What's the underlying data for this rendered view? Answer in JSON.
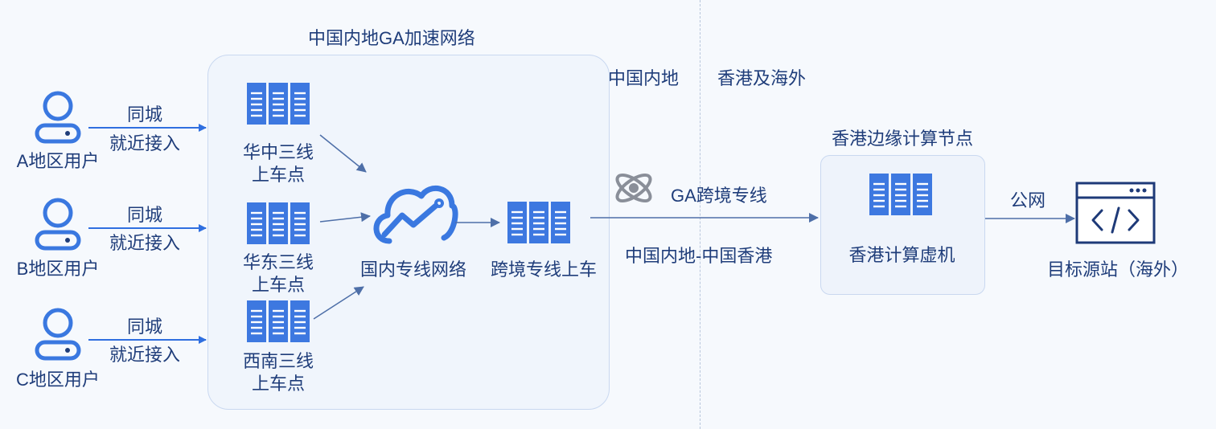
{
  "top_title": "中国内地GA加速网络",
  "region_left": "中国内地",
  "region_right": "香港及海外",
  "users": [
    {
      "label": "A地区用户",
      "link_line1": "同城",
      "link_line2": "就近接入"
    },
    {
      "label": "B地区用户",
      "link_line1": "同城",
      "link_line2": "就近接入"
    },
    {
      "label": "C地区用户",
      "link_line1": "同城",
      "link_line2": "就近接入"
    }
  ],
  "nodes": {
    "central": {
      "line1": "华中三线",
      "line2": "上车点"
    },
    "east": {
      "line1": "华东三线",
      "line2": "上车点"
    },
    "southwest": {
      "line1": "西南三线",
      "line2": "上车点"
    }
  },
  "domestic_network": "国内专线网络",
  "cross_border_boarding": "跨境专线上车",
  "ga_line": "GA跨境专线",
  "route_label": "中国内地-中国香港",
  "hk_edge_title": "香港边缘计算节点",
  "hk_vm": "香港计算虚机",
  "public_net": "公网",
  "origin_site": "目标源站（海外）",
  "colors": {
    "accent": "#3a78e0",
    "line": "#4e6fa8",
    "text": "#1f3d7a"
  }
}
